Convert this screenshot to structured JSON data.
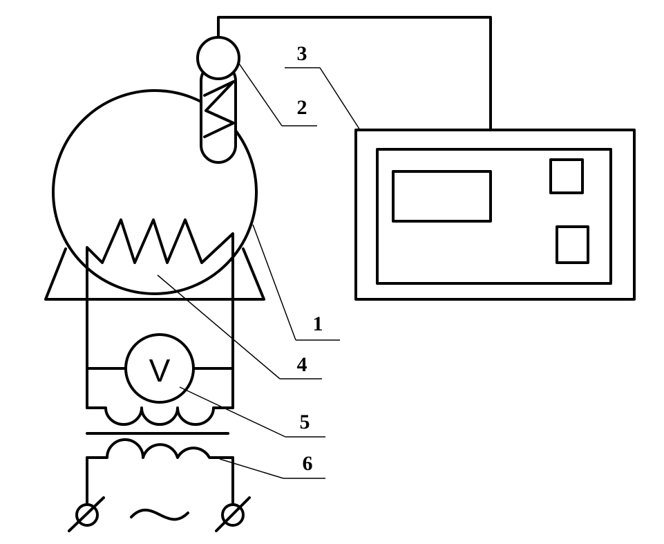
{
  "labels": {
    "l1": "1",
    "l2": "2",
    "l3": "3",
    "l4": "4",
    "l5": "5",
    "l6": "6"
  },
  "voltmeter_symbol": "V",
  "ac_symbol": "~"
}
